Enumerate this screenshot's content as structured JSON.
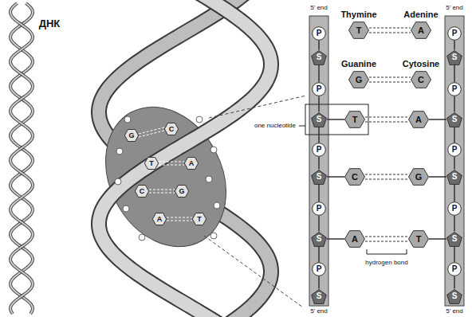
{
  "diagram": {
    "nodes": [
      {
        "text": [
          "G"
        ]
      },
      {
        "text": [
          "C"
        ]
      },
      {
        "text": [
          "T"
        ]
      },
      {
        "text": [
          "A"
        ]
      },
      {
        "text": [
          "C"
        ]
      },
      {
        "text": [
          "G"
        ]
      },
      {
        "text": [
          "A"
        ]
      },
      {
        "text": [
          "T"
        ]
      },
      {
        "text": [
          "Thymine",
          "T"
        ]
      },
      {
        "text": [
          "Adenine",
          "A"
        ]
      },
      {
        "text": [
          "Guanine",
          "G"
        ]
      },
      {
        "text": [
          "Cytosine",
          "C"
        ]
      },
      {
        "text": [
          "P"
        ]
      },
      {
        "text": [
          "S"
        ]
      },
      {
        "text": [
          "P"
        ]
      },
      {
        "text": [
          "S"
        ]
      },
      {
        "text": [
          "P"
        ]
      },
      {
        "text": [
          "S"
        ]
      },
      {
        "text": [
          "P"
        ]
      },
      {
        "text": [
          "S"
        ]
      },
      {
        "text": [
          "P"
        ]
      },
      {
        "text": [
          "S"
        ]
      },
      {
        "text": [
          "P"
        ]
      },
      {
        "text": [
          "S"
        ]
      },
      {
        "text": [
          "P"
        ]
      },
      {
        "text": [
          "S"
        ]
      },
      {
        "text": [
          "P"
        ]
      },
      {
        "text": [
          "S"
        ]
      },
      {
        "text": [
          "P"
        ]
      },
      {
        "text": [
          "S"
        ]
      },
      {
        "text": [
          "P"
        ]
      },
      {
        "text": [
          "S"
        ]
      },
      {
        "text": [
          "T"
        ]
      },
      {
        "text": [
          "A"
        ]
      },
      {
        "text": [
          "C"
        ]
      },
      {
        "text": [
          "G"
        ]
      },
      {
        "text": [
          "A"
        ]
      },
      {
        "text": [
          "T"
        ]
      }
    ],
    "edges": [
      {
        "from": 0,
        "to": 1,
        "arrow": "none"
      },
      {
        "from": 2,
        "to": 3,
        "arrow": "none"
      },
      {
        "from": 4,
        "to": 5,
        "arrow": "none"
      },
      {
        "from": 6,
        "to": 7,
        "arrow": "none"
      },
      {
        "from": 8,
        "to": 9,
        "arrow": "none"
      },
      {
        "from": 10,
        "to": 11,
        "arrow": "none"
      },
      {
        "from": 12,
        "to": 13,
        "arrow": "none"
      },
      {
        "from": 13,
        "to": 14,
        "arrow": "none"
      },
      {
        "from": 14,
        "to": 15,
        "arrow": "none"
      },
      {
        "from": 15,
        "to": 16,
        "arrow": "none"
      },
      {
        "from": 16,
        "to": 17,
        "arrow": "none"
      },
      {
        "from": 17,
        "to": 18,
        "arrow": "none"
      },
      {
        "from": 18,
        "to": 19,
        "arrow": "none"
      },
      {
        "from": 19,
        "to": 20,
        "arrow": "none"
      },
      {
        "from": 20,
        "to": 21,
        "arrow": "none"
      },
      {
        "from": 22,
        "to": 23,
        "arrow": "none"
      },
      {
        "from": 23,
        "to": 24,
        "arrow": "none"
      },
      {
        "from": 24,
        "to": 25,
        "arrow": "none"
      },
      {
        "from": 25,
        "to": 26,
        "arrow": "none"
      },
      {
        "from": 26,
        "to": 27,
        "arrow": "none"
      },
      {
        "from": 27,
        "to": 28,
        "arrow": "none"
      },
      {
        "from": 28,
        "to": 29,
        "arrow": "none"
      },
      {
        "from": 29,
        "to": 30,
        "arrow": "none"
      },
      {
        "from": 30,
        "to": 31,
        "arrow": "none"
      },
      {
        "from": 15,
        "to": 32,
        "arrow": "none"
      },
      {
        "from": 32,
        "to": 33,
        "arrow": "none"
      },
      {
        "from": 33,
        "to": 25,
        "arrow": "none"
      },
      {
        "from": 17,
        "to": 34,
        "arrow": "none"
      },
      {
        "from": 34,
        "to": 35,
        "arrow": "none"
      },
      {
        "from": 35,
        "to": 27,
        "arrow": "none"
      },
      {
        "from": 19,
        "to": 36,
        "arrow": "none"
      },
      {
        "from": 36,
        "to": 37,
        "arrow": "none"
      },
      {
        "from": 37,
        "to": 29,
        "arrow": "none"
      }
    ],
    "labels": [
      "ДНК",
      "5' end",
      "5' end",
      "5' end",
      "5' end",
      "one nucleotide",
      "hydrogen bond"
    ]
  }
}
